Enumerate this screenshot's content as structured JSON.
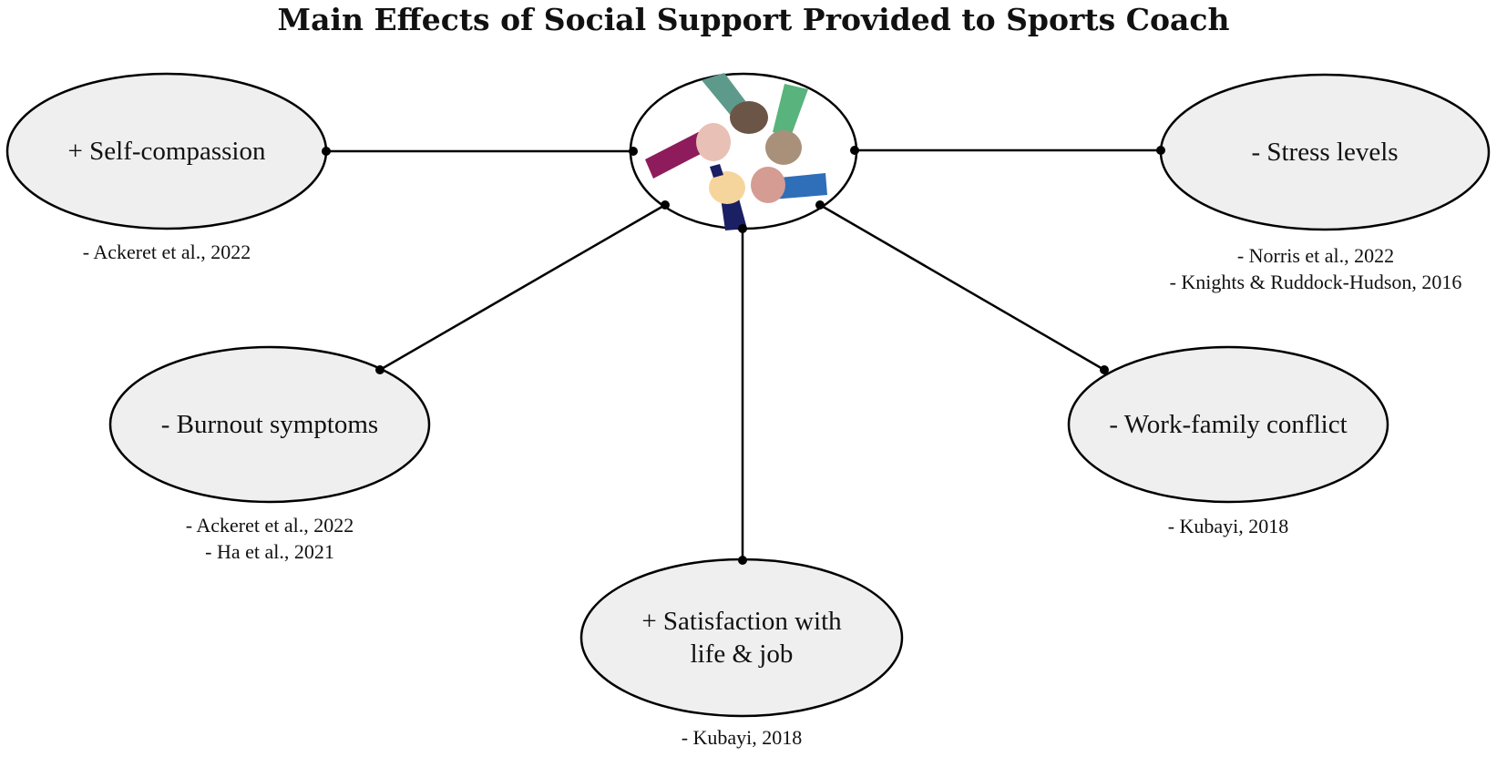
{
  "title": "Main Effects of Social Support Provided to Sports Coach",
  "colors": {
    "node_fill": "#efefef",
    "line": "#000000",
    "hand_colors": [
      "#8e1c5c",
      "#5e9a8b",
      "#6b5547",
      "#59b37c",
      "#a9907a",
      "#2f6eb8",
      "#d49c92",
      "#f6d59c",
      "#1b1f63",
      "#e8c0b5"
    ]
  },
  "center": {
    "image": "hands-together-icon"
  },
  "nodes": [
    {
      "id": "self-compassion",
      "label": "+ Self-compassion",
      "refs": [
        "- Ackeret et al., 2022"
      ]
    },
    {
      "id": "stress-levels",
      "label": "- Stress levels",
      "refs": [
        "- Norris et al., 2022",
        "- Knights & Ruddock-Hudson, 2016"
      ]
    },
    {
      "id": "burnout-symptoms",
      "label": "- Burnout symptoms",
      "refs": [
        "- Ackeret et al., 2022",
        "- Ha et al., 2021"
      ]
    },
    {
      "id": "work-family-conflict",
      "label": "- Work-family conflict",
      "refs": [
        "- Kubayi, 2018"
      ]
    },
    {
      "id": "satisfaction",
      "label": "+ Satisfaction with life & job",
      "refs": [
        "- Kubayi, 2018"
      ]
    }
  ]
}
